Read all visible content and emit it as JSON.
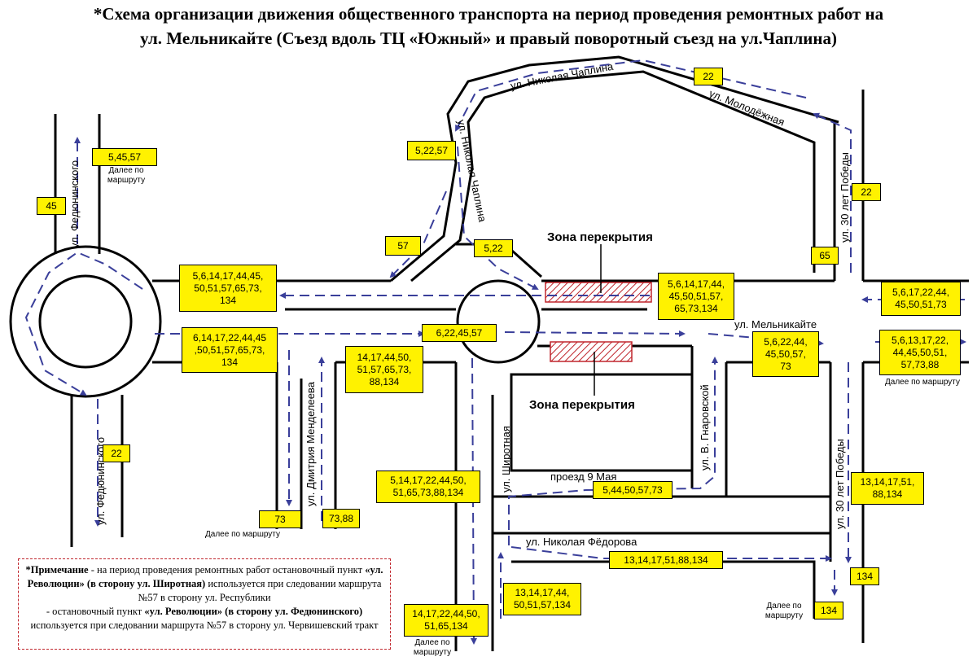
{
  "title": {
    "line1": "*Схема организации движения общественного транспорта на период проведения ремонтных работ на",
    "line2": "ул. Мельникайте (Съезд вдоль ТЦ «Южный» и правый поворотный съезд на ул.Чаплина)"
  },
  "streets": {
    "fedyuninskogo_top": "ул. Федюнинского",
    "fedyuninskogo_bottom": "ул. Федюнинского",
    "chaplina_top": "ул. Николая Чаплина",
    "chaplina_vertical": "ул. Николая Чаплина",
    "molodezhnaya": "ул. Молодёжная",
    "pobedy_top": "ул. 30 лет Победы",
    "pobedy_bottom": "ул. 30 лет Победы",
    "melnikayte": "ул. Мельникайте",
    "gnarovskoy": "ул. В. Гнаровской",
    "mendeleeva": "ул. Дмитрия Менделеева",
    "shirotnaya": "ул. Широтная",
    "proezd_9_maya": "проезд 9 Мая",
    "fedorova": "ул. Николая Фёдорова"
  },
  "zones": {
    "upper": "Зона перекрытия",
    "lower": "Зона перекрытия"
  },
  "routes": {
    "r_5_45_57": "5,45,57",
    "r_45": "45",
    "r_22_fedyun": "22",
    "r_5_22_57": "5,22,57",
    "r_57": "57",
    "r_5_22": "5,22",
    "r_22_top": "22",
    "r_22_pobedy": "22",
    "r_65": "65",
    "r_west_upper": "5,6,14,17,44,45,\n50,51,57,65,73,\n134",
    "r_west_lower": "6,14,17,22,44,45\n,50,51,57,65,73,\n134",
    "r_6_22_45_57": "6,22,45,57",
    "r_center_mendel": "14,17,44,50,\n51,57,65,73,\n88,134",
    "r_east_upper": "5,6,14,17,44,\n45,50,51,57,\n65,73,134",
    "r_far_east_upper": "5,6,17,22,44,\n45,50,51,73",
    "r_gnarov": "5,6,22,44,\n45,50,57,\n73",
    "r_far_east_lower": "5,6,13,17,22,\n44,45,50,51,\n57,73,88",
    "r_73": "73",
    "r_73_88": "73,88",
    "r_shirotnaya": "5,14,17,22,44,50,\n51,65,73,88,134",
    "r_9maya": "5,44,50,57,73",
    "r_pobedy_low": "13,14,17,51,\n88,134",
    "r_fedorova": "13,14,17,51,88,134",
    "r_134_right": "134",
    "r_134_bottom": "134",
    "r_shirot_bottom_left": "13,14,17,44,\n50,51,57,134",
    "r_south": "14,17,22,44,50,\n51,65,134"
  },
  "small_notes": {
    "further_top": "Далее по\nмаршруту",
    "further_mendel": "Далее по маршруту",
    "further_south": "Далее по\nмаршруту",
    "further_east": "Далее по маршруту",
    "further_134": "Далее по\nмаршруту"
  },
  "note": {
    "bold_lead": "*Примечание",
    "text1": " - на период проведения ремонтных работ остановочный пункт ",
    "stop1": "«ул. Революции» (в сторону ул. Широтная)",
    "text2": " используется при следовании маршрута №57 в сторону ул. Республики",
    "text3": "- остановочный пункт ",
    "stop2": "«ул. Революции» (в сторону ул. Федюнинского)",
    "text4": " используется при следовании маршрута №57 в сторону ул. Червишевский тракт"
  },
  "colors": {
    "road_outline": "#000000",
    "arrow": "#3a3f9a",
    "route_box": "#fff200",
    "zone_hatch": "#c0262d",
    "note_border": "#c0262d"
  }
}
